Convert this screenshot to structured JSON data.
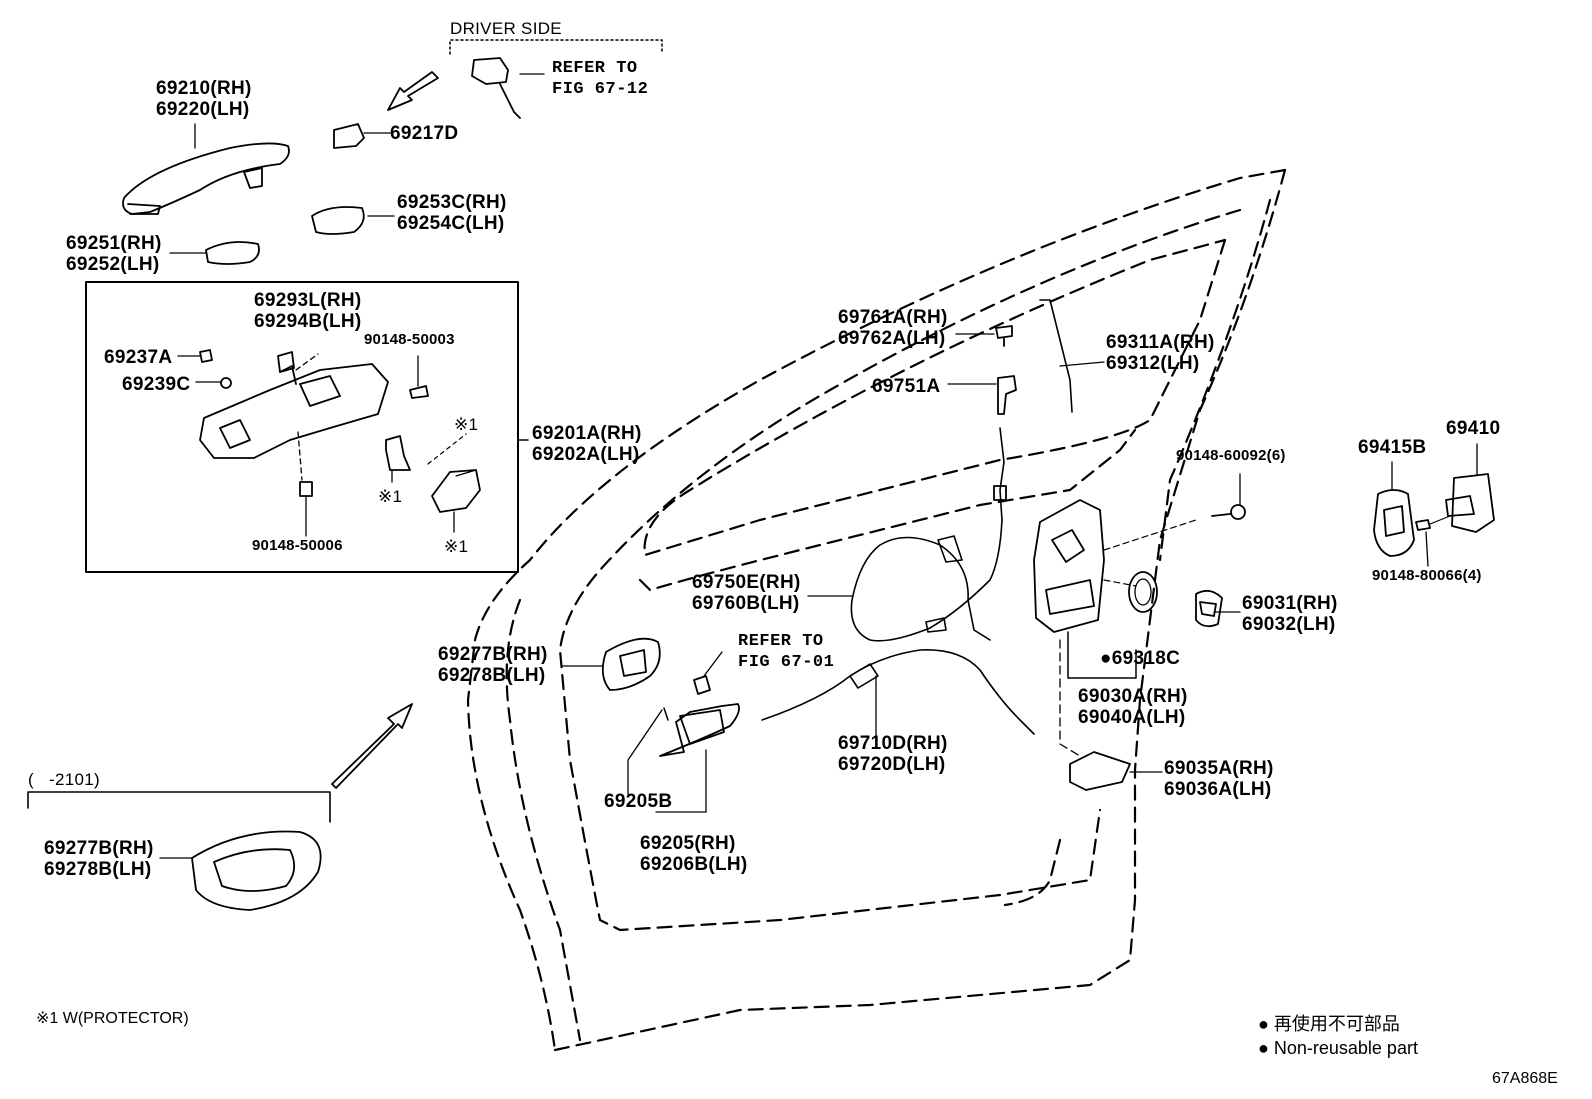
{
  "labels": {
    "driver_side": "DRIVER SIDE",
    "refer_67_12": [
      "REFER TO",
      "FIG 67-12"
    ],
    "p69210": [
      "69210(RH)",
      "69220(LH)"
    ],
    "p69217d": "69217D",
    "p69253c": [
      "69253C(RH)",
      "69254C(LH)"
    ],
    "p69251": [
      "69251(RH)",
      "69252(LH)"
    ],
    "p69293l": [
      "69293L(RH)",
      "69294B(LH)"
    ],
    "p90148_50003": "90148-50003",
    "p69237a": "69237A",
    "p69239c": "69239C",
    "p69201a": [
      "69201A(RH)",
      "69202A(LH)"
    ],
    "p90148_50006": "90148-50006",
    "mark1a": "※1",
    "mark1b": "※1",
    "mark1c": "※1",
    "p69761a": [
      "69761A(RH)",
      "69762A(LH)"
    ],
    "p69751a": "69751A",
    "p69311a": [
      "69311A(RH)",
      "69312(LH)"
    ],
    "p90148_60092": "90148-60092(6)",
    "p69415b": "69415B",
    "p69410": "69410",
    "p90148_80066": "90148-80066(4)",
    "p69750e": [
      "69750E(RH)",
      "69760B(LH)"
    ],
    "p69031": [
      "69031(RH)",
      "69032(LH)"
    ],
    "p69318c": "●69318C",
    "p69030a": [
      "69030A(RH)",
      "69040A(LH)"
    ],
    "p69277b_top": [
      "69277B(RH)",
      "69278B(LH)"
    ],
    "refer_67_01": [
      "REFER TO",
      "FIG 67-01"
    ],
    "p69710d": [
      "69710D(RH)",
      "69720D(LH)"
    ],
    "p69035a": [
      "69035A(RH)",
      "69036A(LH)"
    ],
    "p69205b": "69205B",
    "p69205": [
      "69205(RH)",
      "69206B(LH)"
    ],
    "range": "(   -2101)",
    "p69277b_bot": [
      "69277B(RH)",
      "69278B(LH)"
    ]
  },
  "footnote": "※1 W(PROTECTOR)",
  "legend": {
    "jp": "● 再使用不可部品",
    "en": "● Non-reusable part"
  },
  "figure_code": "67A868E"
}
